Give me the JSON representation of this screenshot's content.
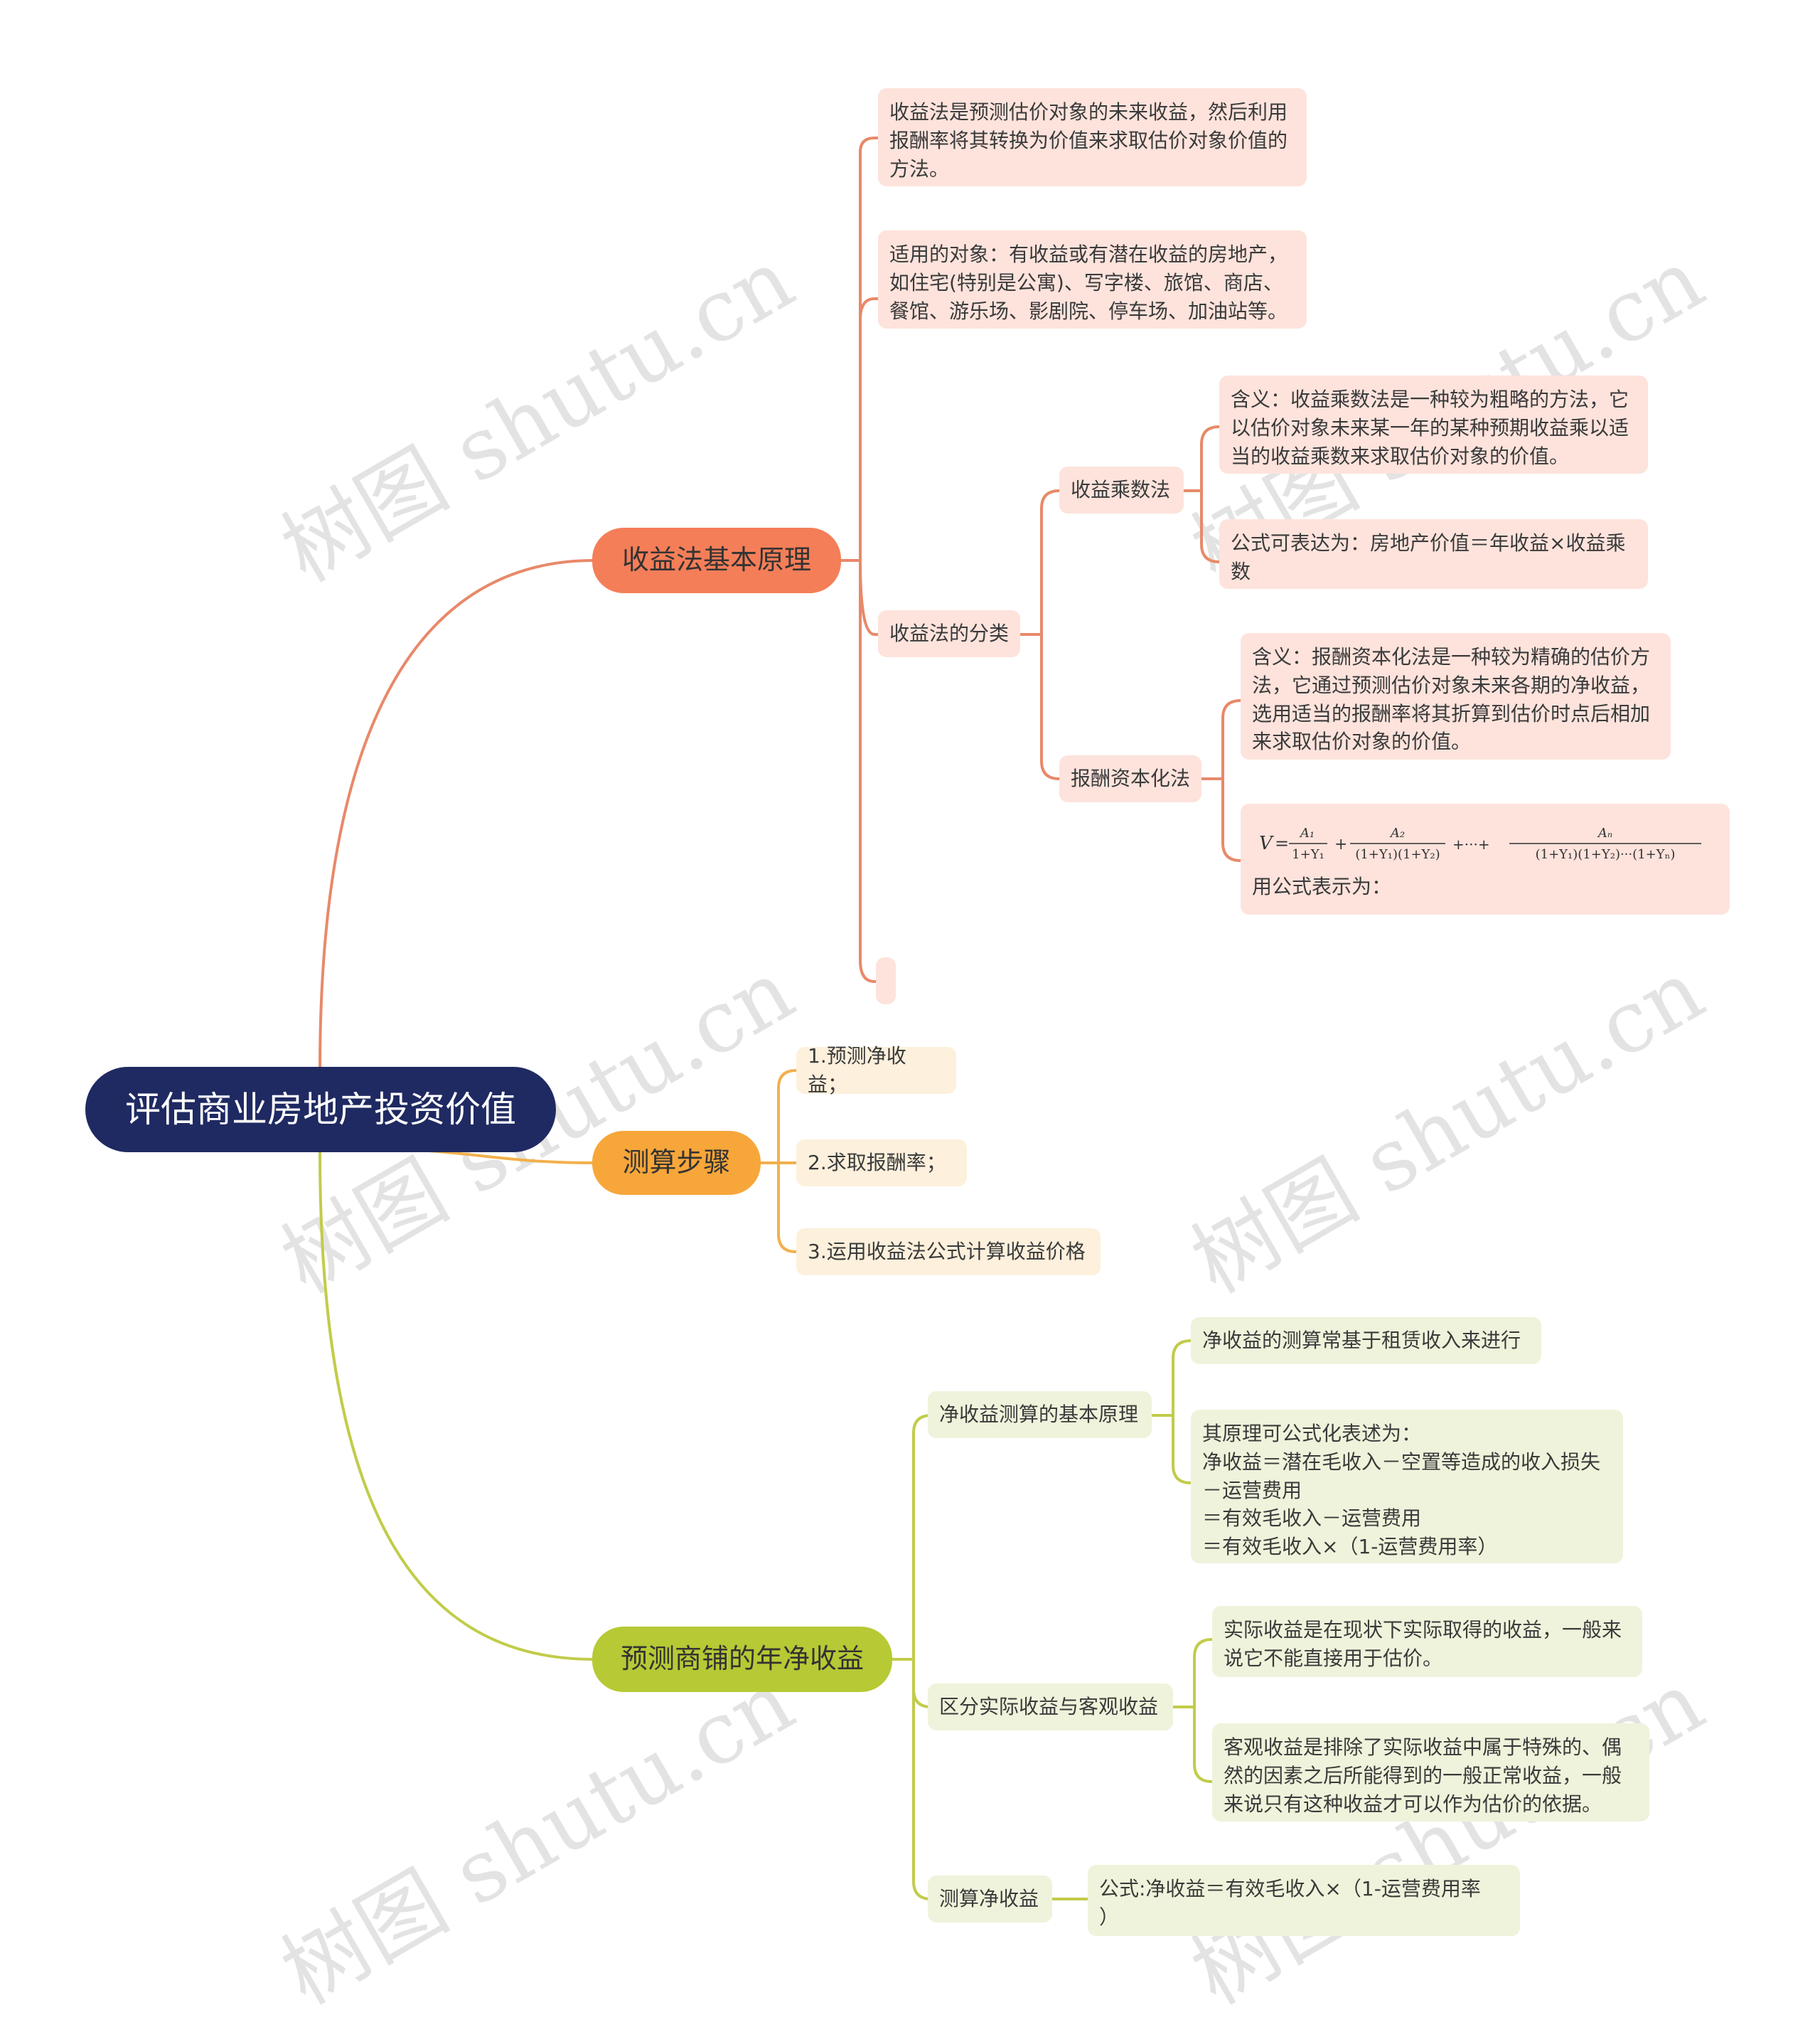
{
  "root": {
    "label": "评估商业房地产投资价值"
  },
  "branches": [
    {
      "label": "收益法基本原理"
    },
    {
      "label": "测算步骤"
    },
    {
      "label": "预测商铺的年净收益"
    }
  ],
  "income_principle": {
    "definition": "收益法是预测估价对象的未来收益，然后利用\n报酬率将其转换为价值来求取估价对象价值的\n方法。",
    "applicable": "适用的对象：有收益或有潜在收益的房地产，\n如住宅(特别是公寓)、写字楼、旅馆、商店、\n餐馆、游乐场、影剧院、停车场、加油站等。",
    "classification": {
      "label": "收益法的分类",
      "multiplier": {
        "label": "收益乘数法",
        "meaning": "含义：收益乘数法是一种较为粗略的方法，它\n以估价对象未来某一年的某种预期收益乘以适\n当的收益乘数来求取估价对象的价值。",
        "formula": "公式可表达为：房地产价值＝年收益×收益乘\n数"
      },
      "capitalization": {
        "label": "报酬资本化法",
        "meaning": "含义：报酬资本化法是一种较为精确的估价方\n法，它通过预测估价对象未来各期的净收益，\n选用适当的报酬率将其折算到估价时点后相加\n来求取估价对象的价值。",
        "formula_caption": "用公式表示为：",
        "formula_terms": [
          "V",
          "A₁",
          "1+Y₁",
          "A₂",
          "(1+Y₁)(1+Y₂)",
          "+···+",
          "Aₙ",
          "(1+Y₁)(1+Y₂)···(1+Yₙ)"
        ]
      }
    },
    "empty_note": ""
  },
  "steps": {
    "items": [
      "1.预测净收益；",
      "2.求取报酬率；",
      "3.运用收益法公式计算收益价格"
    ]
  },
  "net_income": {
    "basic_principle": {
      "label": "净收益测算的基本原理",
      "based_on": "净收益的测算常基于租赁收入来进行",
      "formula": "其原理可公式化表述为：\n净收益＝潜在毛收入－空置等造成的收入损失\n－运营费用\n＝有效毛收入－运营费用\n＝有效毛收入×（1-运营费用率）"
    },
    "distinguish": {
      "label": "区分实际收益与客观收益",
      "actual": "实际收益是在现状下实际取得的收益，一般来\n说它不能直接用于估价。",
      "objective": "客观收益是排除了实际收益中属于特殊的、偶\n然的因素之后所能得到的一般正常收益，一般\n来说只有这种收益才可以作为估价的依据。"
    },
    "calculate": {
      "label": "测算净收益",
      "formula": "公式:净收益＝有效毛收入×（1-运营费用率\n）"
    }
  },
  "watermark": "树图 shutu.cn",
  "colors": {
    "root": "#1f2a62",
    "branch1": "#f47e58",
    "branch2": "#f7a63a",
    "branch3": "#b7c934",
    "edge1": "#e8896a",
    "edge2": "#f2b04d",
    "edge3": "#c1cc4a"
  }
}
